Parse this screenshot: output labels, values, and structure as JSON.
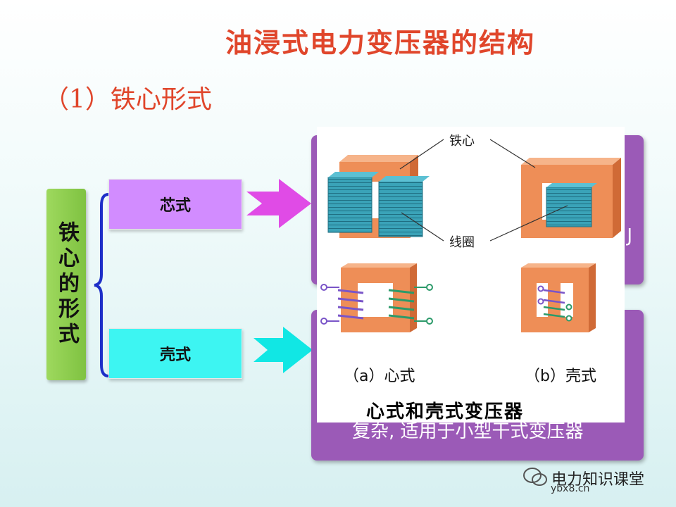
{
  "slide": {
    "title": "油浸式电力变压器的结构",
    "subtitle": "（1）铁心形式"
  },
  "left_label": "铁心的形式",
  "types": {
    "core": "芯式",
    "shell": "壳式"
  },
  "panels": {
    "top_fragment": "J",
    "bottom_text": "复杂, 适用于小型干式变压器"
  },
  "figure": {
    "label_core": "铁心",
    "label_coil": "线圈",
    "caption_a": "（a）心式",
    "caption_b": "（b）壳式",
    "title": "心式和壳式变压器"
  },
  "watermark": {
    "text": "电力知识课堂",
    "url": "ybx8.cn"
  },
  "colors": {
    "title": "#e0462b",
    "core_box": "#d28cff",
    "shell_box": "#3df5f2",
    "panel": "#9b5ab7",
    "left_box": "#8ccd4d",
    "iron": "#f0905a",
    "coil": "#3aa3b8"
  }
}
